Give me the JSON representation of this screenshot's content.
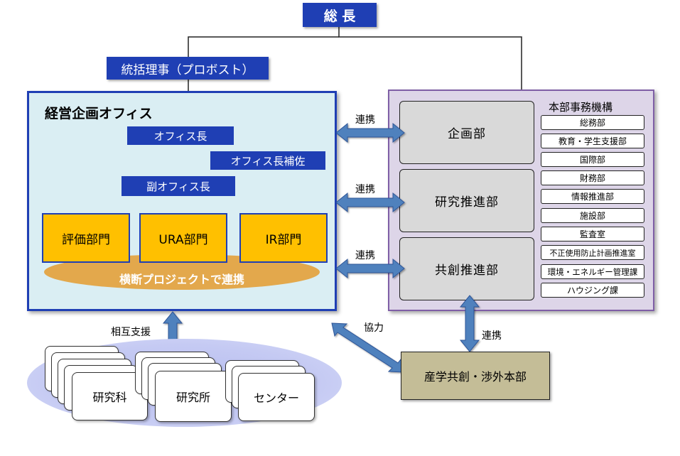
{
  "president": "総 長",
  "provost": "統括理事（プロボスト）",
  "office": {
    "title": "経営企画オフィス",
    "head": "オフィス長",
    "assistant": "オフィス長補佐",
    "deputy": "副オフィス長",
    "divisions": [
      "評価部門",
      "URA部門",
      "IR部門"
    ],
    "cross_project": "横断プロジェクトで連携"
  },
  "headquarters": {
    "title": "本部事務機構",
    "main_depts": [
      "企画部",
      "研究推進部",
      "共創推進部"
    ],
    "sub_depts": [
      "総務部",
      "教育・学生支援部",
      "国際部",
      "財務部",
      "情報推進部",
      "施設部",
      "監査室",
      "不正使用防止計画推進室",
      "環境・エネルギー管理課",
      "ハウジング課"
    ]
  },
  "relations": {
    "cooperation": "連携",
    "collaboration": "協力",
    "mutual_support": "相互支援"
  },
  "industry_hq": "産学共創・渉外本部",
  "units": [
    "研究科",
    "研究所",
    "センター"
  ],
  "colors": {
    "dark_blue": "#1f3fb4",
    "office_bg": "#daeef3",
    "orange": "#ffc000",
    "hq_bg": "#ddd5e8",
    "arrow_blue": "#4f81bd",
    "industry_bg": "#c4bd97"
  }
}
